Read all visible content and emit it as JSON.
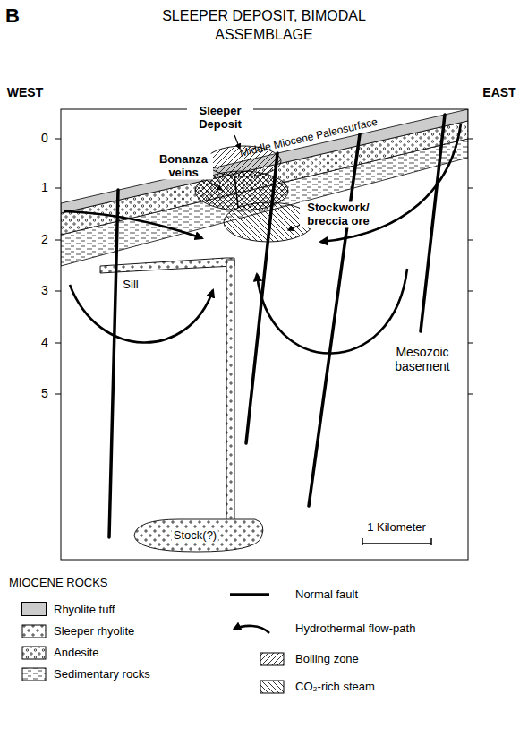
{
  "diagram": {
    "title": "SLEEPER DEPOSIT, BIMODAL ASSEMBLAGE",
    "labels": [
      "B",
      "WEST",
      "EAST",
      "0",
      "1",
      "2",
      "3",
      "4",
      "5",
      "Middle Miocene Paleosurface",
      "Sleeper Deposit",
      "Bonanza veins",
      "Stockwork/ breccia ore",
      "Sill",
      "Stock(?)",
      "Mesozoic basement",
      "1 Kilometer",
      "MIOCENE ROCKS"
    ],
    "legend": [
      {
        "text": "Rhyolite tuff",
        "color": "#cccccc"
      },
      {
        "text": "Sleeper rhyolite"
      },
      {
        "text": "Andesite"
      },
      {
        "text": "Sedimentary rocks"
      },
      {
        "text": "Normal fault"
      },
      {
        "text": "Hydrothermal flow-path"
      },
      {
        "text": "Boiling zone"
      },
      {
        "text": "CO₂-rich steam"
      }
    ]
  }
}
